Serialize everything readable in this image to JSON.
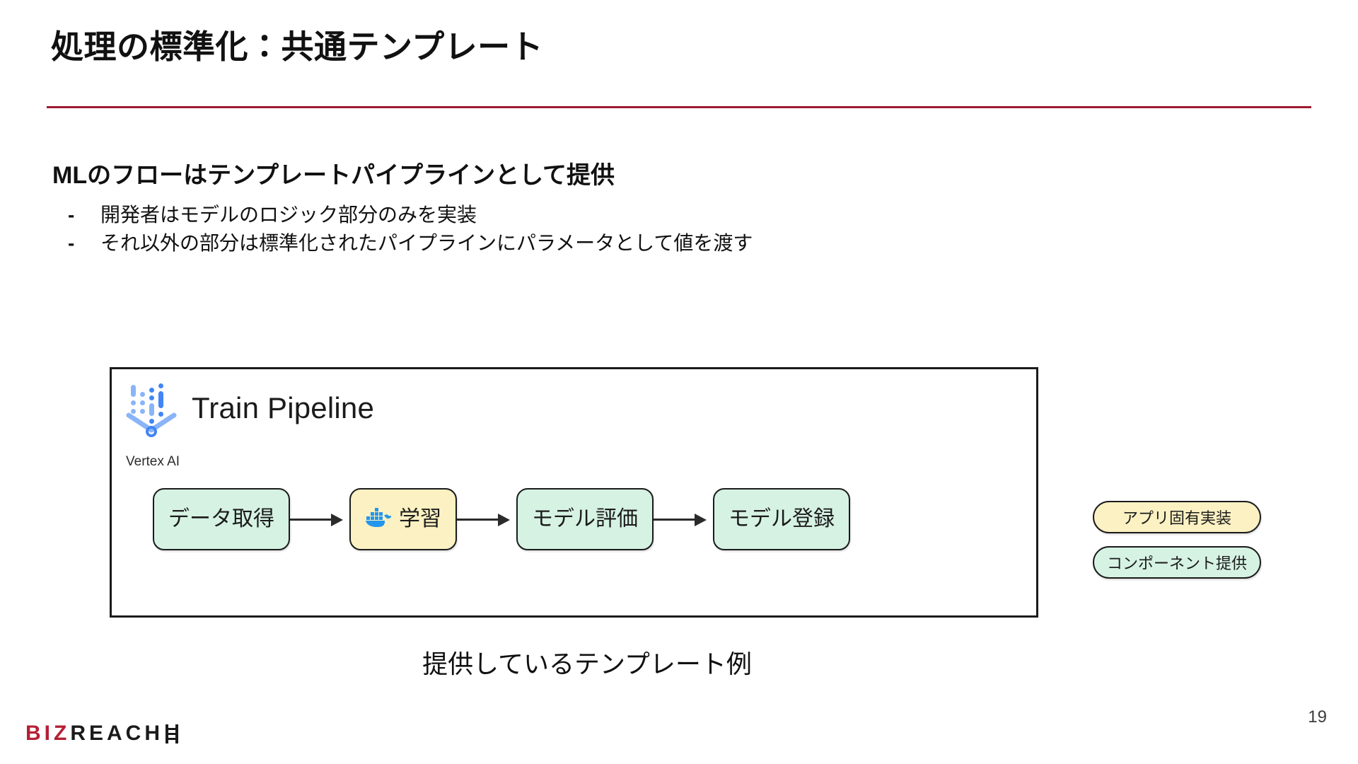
{
  "slide": {
    "title": "処理の標準化：共通テンプレート",
    "lead": "MLのフローはテンプレートパイプラインとして提供",
    "bullets": [
      {
        "marker": "-",
        "text": "開発者はモデルのロジック部分のみを実装"
      },
      {
        "marker": "-",
        "text": "それ以外の部分は標準化されたパイプラインにパラメータとして値を渡す"
      }
    ],
    "caption": "提供しているテンプレート例",
    "page_number": "19"
  },
  "diagram": {
    "pipeline_title": "Train Pipeline",
    "platform_caption": "Vertex AI",
    "platform_logo": "vertex-ai-logo",
    "nodes": [
      {
        "label": "データ取得",
        "fill": "green",
        "icon": null
      },
      {
        "label": "学習",
        "fill": "yellow",
        "icon": "docker-icon"
      },
      {
        "label": "モデル評価",
        "fill": "green",
        "icon": null
      },
      {
        "label": "モデル登録",
        "fill": "green",
        "icon": null
      }
    ],
    "arrows": [
      {
        "name": "arrow-data-to-train"
      },
      {
        "name": "arrow-train-to-eval"
      },
      {
        "name": "arrow-eval-to-register"
      }
    ],
    "legend": [
      {
        "label": "アプリ固有実装",
        "fill": "yellow"
      },
      {
        "label": "コンポーネント提供",
        "fill": "green"
      }
    ]
  },
  "brand": {
    "logo_part_red": "BIZ",
    "logo_part_black": "REACH",
    "logo_full": "BIZREACH"
  },
  "colors": {
    "title_rule": "#9c1b31",
    "brand_red": "#b51f35",
    "node_green": "#d6f2e3",
    "node_yellow": "#fbf1c2",
    "outline": "#1b1b1b",
    "docker_blue": "#2396ed",
    "vertex_blue": "#4285f4",
    "vertex_blue_light": "#8ab4f8"
  }
}
